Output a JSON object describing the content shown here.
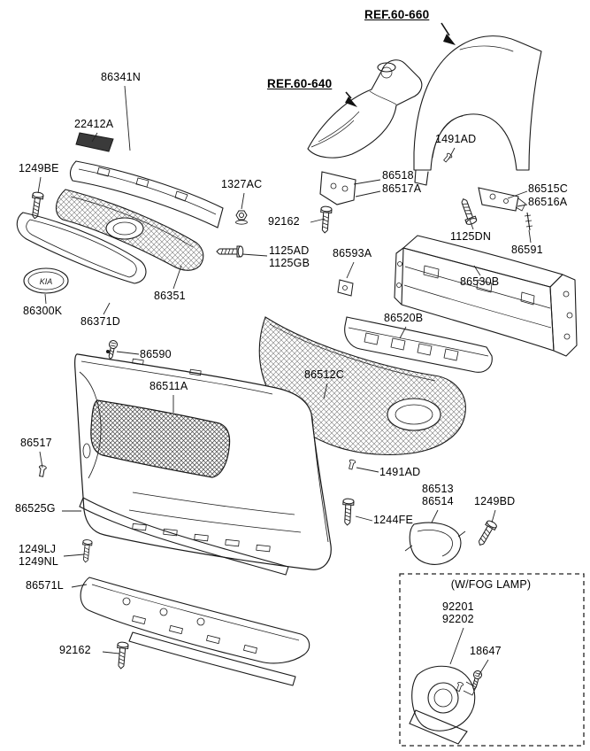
{
  "diagram": {
    "refs": {
      "ref660": "REF.60-660",
      "ref640": "REF.60-640"
    },
    "callouts": {
      "c86341N": "86341N",
      "c22412A": "22412A",
      "c1249BE": "1249BE",
      "c1327AC": "1327AC",
      "c86518": "86518",
      "c86517A": "86517A",
      "c1491AD_a": "1491AD",
      "c86515C": "86515C",
      "c86516A": "86516A",
      "c92162_a": "92162",
      "c1125DN": "1125DN",
      "c86591": "86591",
      "c1125AD": "1125AD",
      "c1125GB": "1125GB",
      "c86593A": "86593A",
      "c86530B": "86530B",
      "c86351": "86351",
      "c86300K": "86300K",
      "c86371D": "86371D",
      "c86520B": "86520B",
      "c86590": "86590",
      "c86511A": "86511A",
      "c86512C": "86512C",
      "c86517": "86517",
      "c1491AD_b": "1491AD",
      "c86513": "86513",
      "c86514": "86514",
      "c1249BD": "1249BD",
      "c86525G": "86525G",
      "c1244FE": "1244FE",
      "c1249LJ": "1249LJ",
      "c1249NL": "1249NL",
      "c86571L": "86571L",
      "c92162_b": "92162",
      "c92201": "92201",
      "c92202": "92202",
      "c18647": "18647"
    },
    "fog_box": {
      "title": "(W/FOG LAMP)"
    },
    "emblem_text": "KIA",
    "colors": {
      "line": "#1a1a1a",
      "dark_fill": "#3a3a3a",
      "text": "#000000"
    }
  }
}
